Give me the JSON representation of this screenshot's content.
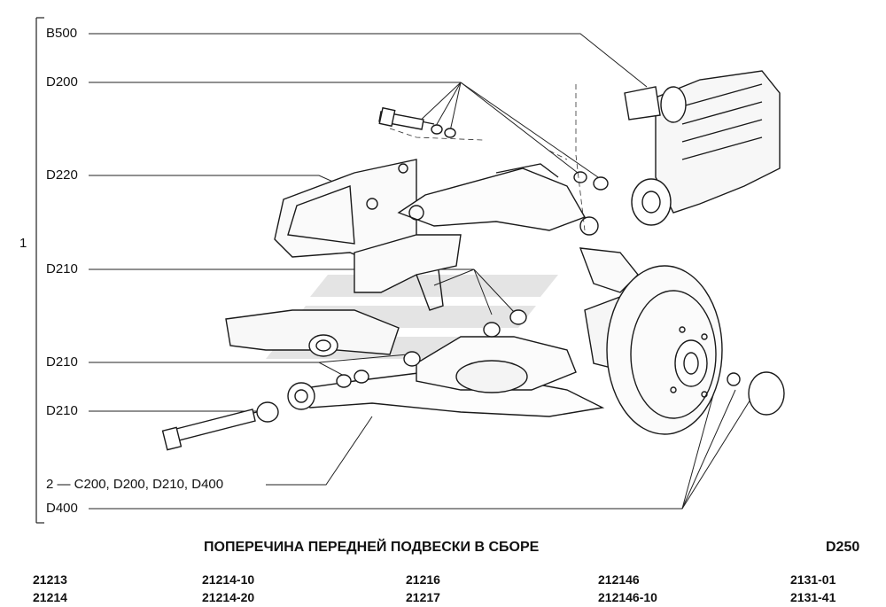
{
  "diagram": {
    "group_number": "1",
    "callouts": {
      "b500": "B500",
      "d200": "D200",
      "d220": "D220",
      "d210_a": "D210",
      "d210_b": "D210",
      "d210_c": "D210",
      "item2": "2 — C200, D200, D210, D400",
      "d400": "D400"
    },
    "title": "ПОПЕРЕЧИНА ПЕРЕДНЕЙ ПОДВЕСКИ В СБОРЕ",
    "sheet_code": "D250",
    "models": [
      "21213",
      "21214",
      "21214-10",
      "21214-20",
      "21216",
      "21217",
      "212146",
      "212146-10",
      "2131-01",
      "2131-41"
    ]
  }
}
